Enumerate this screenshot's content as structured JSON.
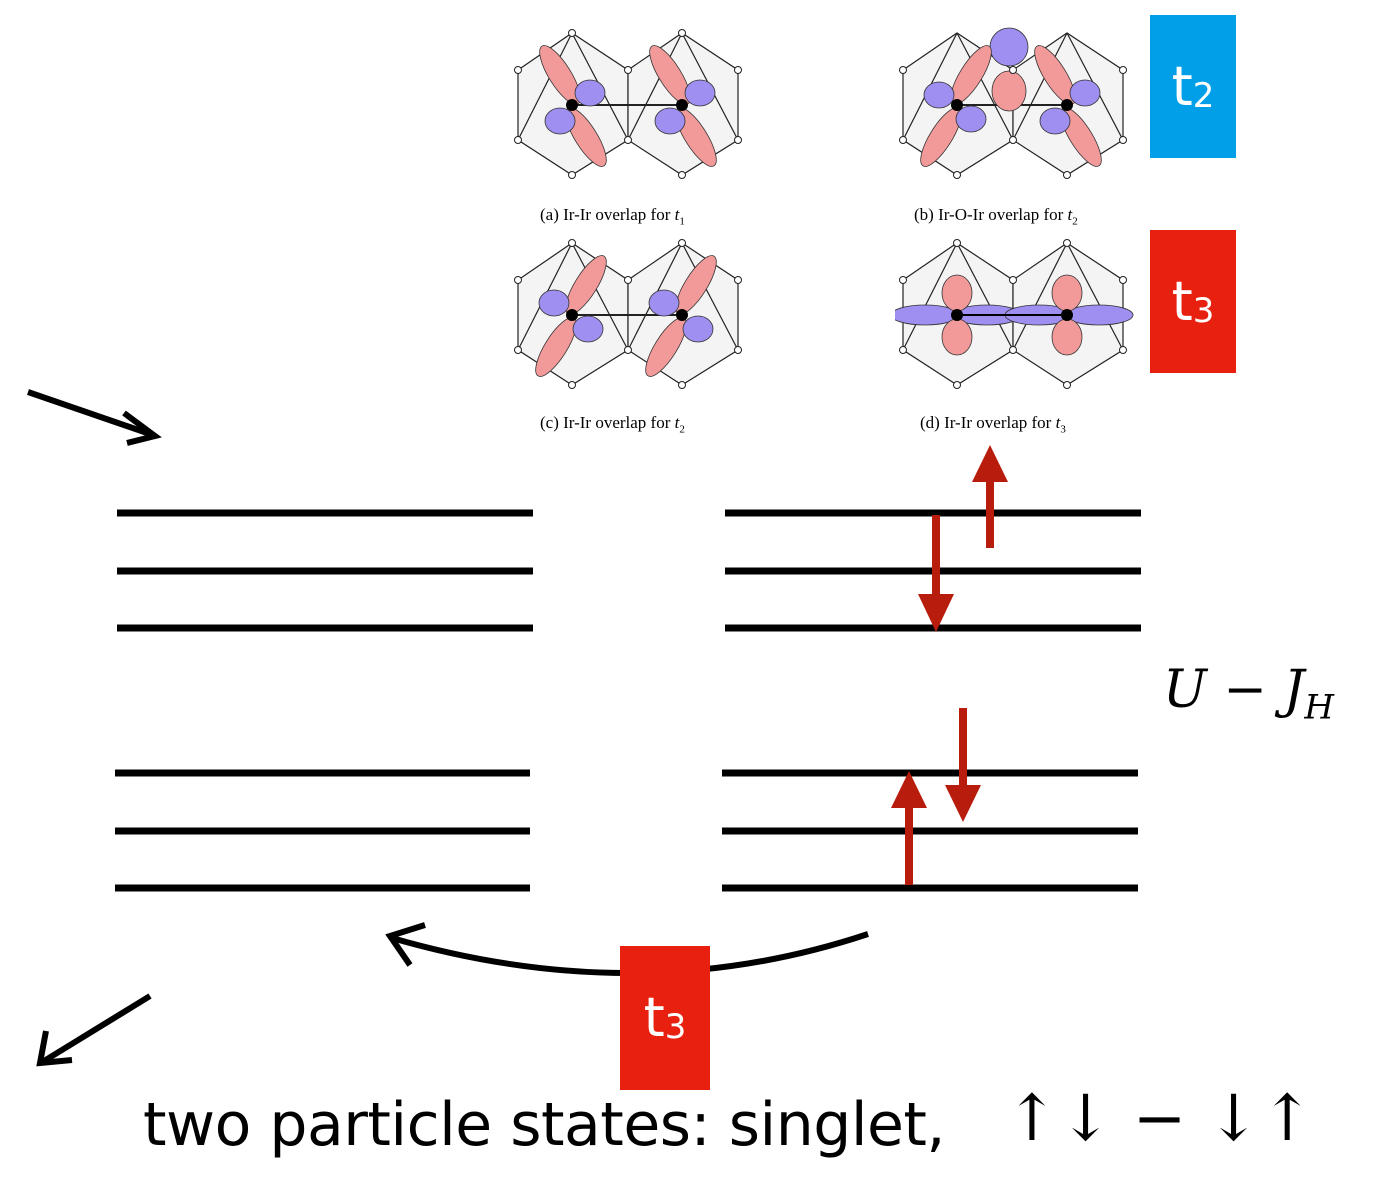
{
  "panels": [
    {
      "id": "a",
      "caption_prefix": "(a)  Ir-Ir overlap for ",
      "t": "t",
      "sub": "1"
    },
    {
      "id": "b",
      "caption_prefix": "(b)  Ir-O-Ir overlap for ",
      "t": "t",
      "sub": "2"
    },
    {
      "id": "c",
      "caption_prefix": "(c)  Ir-Ir overlap for ",
      "t": "t",
      "sub": "2"
    },
    {
      "id": "d",
      "caption_prefix": "(d)  Ir-Ir overlap for ",
      "t": "t",
      "sub": "3"
    }
  ],
  "badges": {
    "t2": {
      "letter": "t",
      "sub": "2",
      "color": "#009fe8"
    },
    "t3_top": {
      "letter": "t",
      "sub": "3",
      "color": "#e8200f"
    },
    "t3_bottom": {
      "letter": "t",
      "sub": "3",
      "color": "#e8200f"
    }
  },
  "energy_label": {
    "U": "U",
    "minus": " − ",
    "J": "J",
    "sub": "H"
  },
  "bottom": {
    "text": "two particle states: singlet, ",
    "spin_expression": "↑↓ − ↓↑"
  },
  "colors": {
    "orbital_blue": "#9e8ff0",
    "orbital_red": "#f29a9a",
    "spin_arrow": "#b81c0c",
    "level": "#000000"
  }
}
